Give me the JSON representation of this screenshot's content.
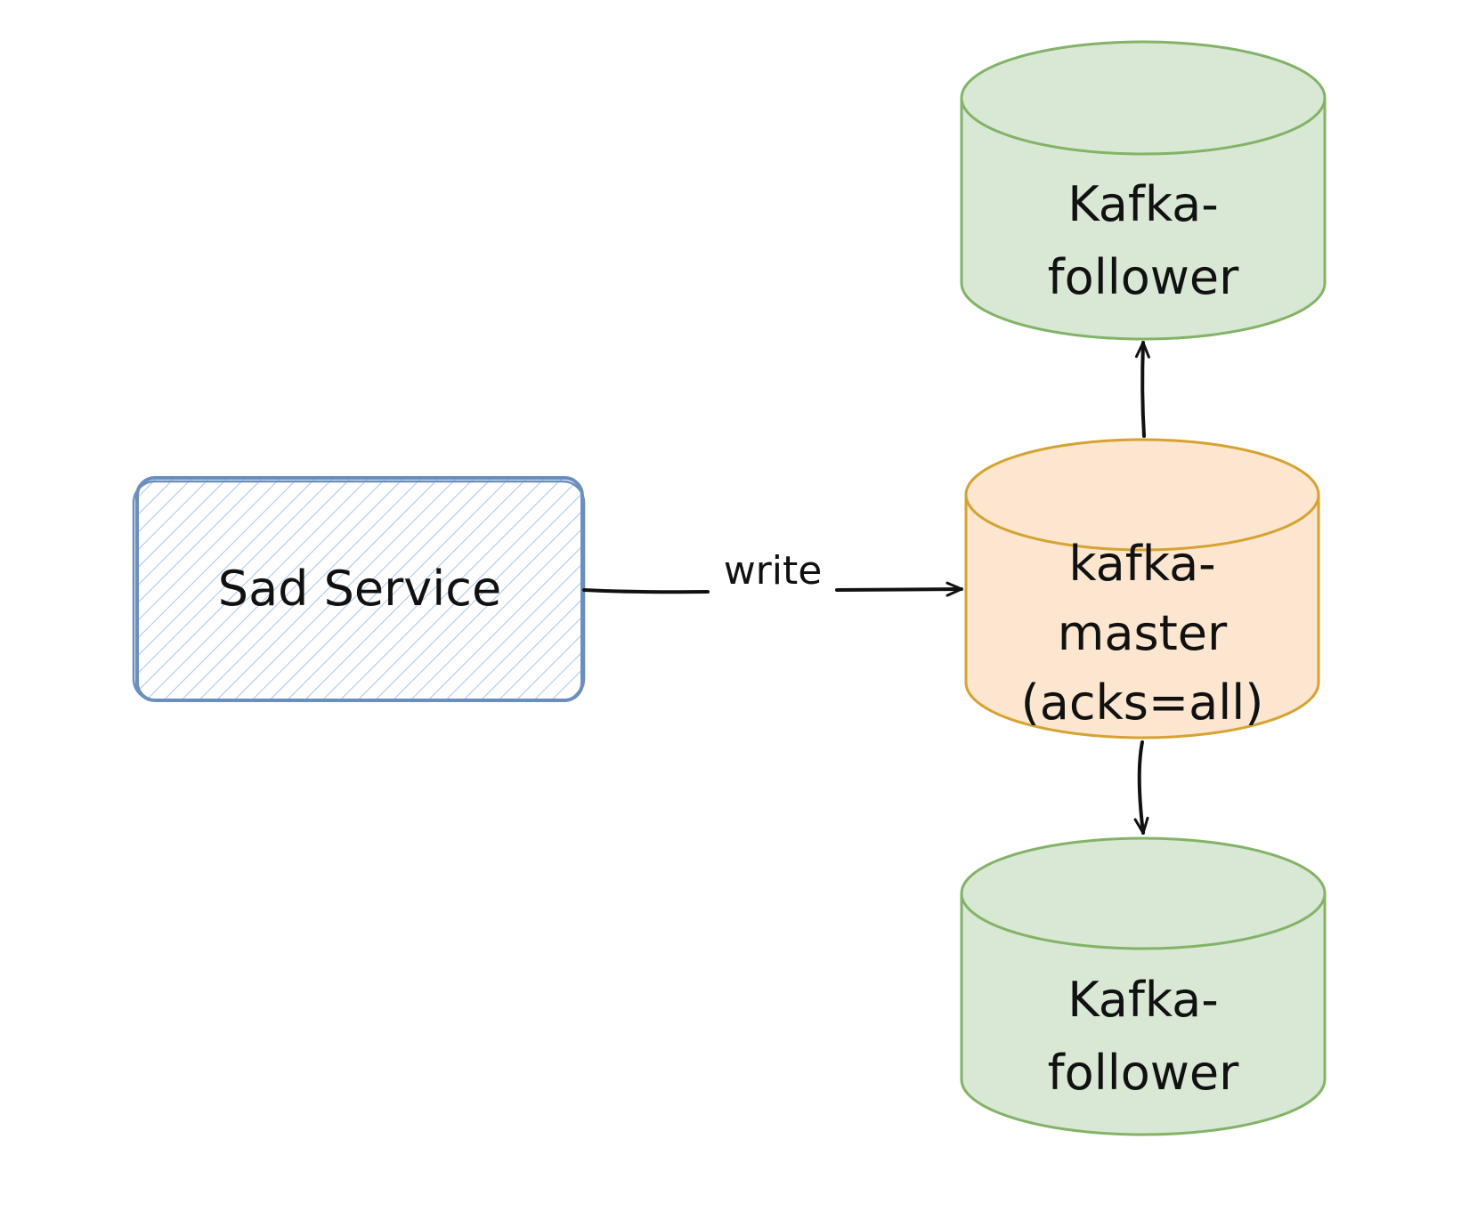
{
  "nodes": {
    "sad_service": {
      "label": "Sad Service",
      "fill": "#dae8fc",
      "stroke": "#6c8ebf"
    },
    "kafka_master": {
      "label_lines": [
        "kafka-",
        "master",
        "(acks=all)"
      ],
      "fill": "#fce6cf",
      "stroke": "#d6a232"
    },
    "kafka_follower_top": {
      "label_lines": [
        "Kafka-",
        "follower"
      ],
      "fill": "#d8e8d4",
      "stroke": "#82b366"
    },
    "kafka_follower_bottom": {
      "label_lines": [
        "Kafka-",
        "follower"
      ],
      "fill": "#d8e8d4",
      "stroke": "#82b366"
    }
  },
  "edges": {
    "write": {
      "label": "write"
    }
  }
}
